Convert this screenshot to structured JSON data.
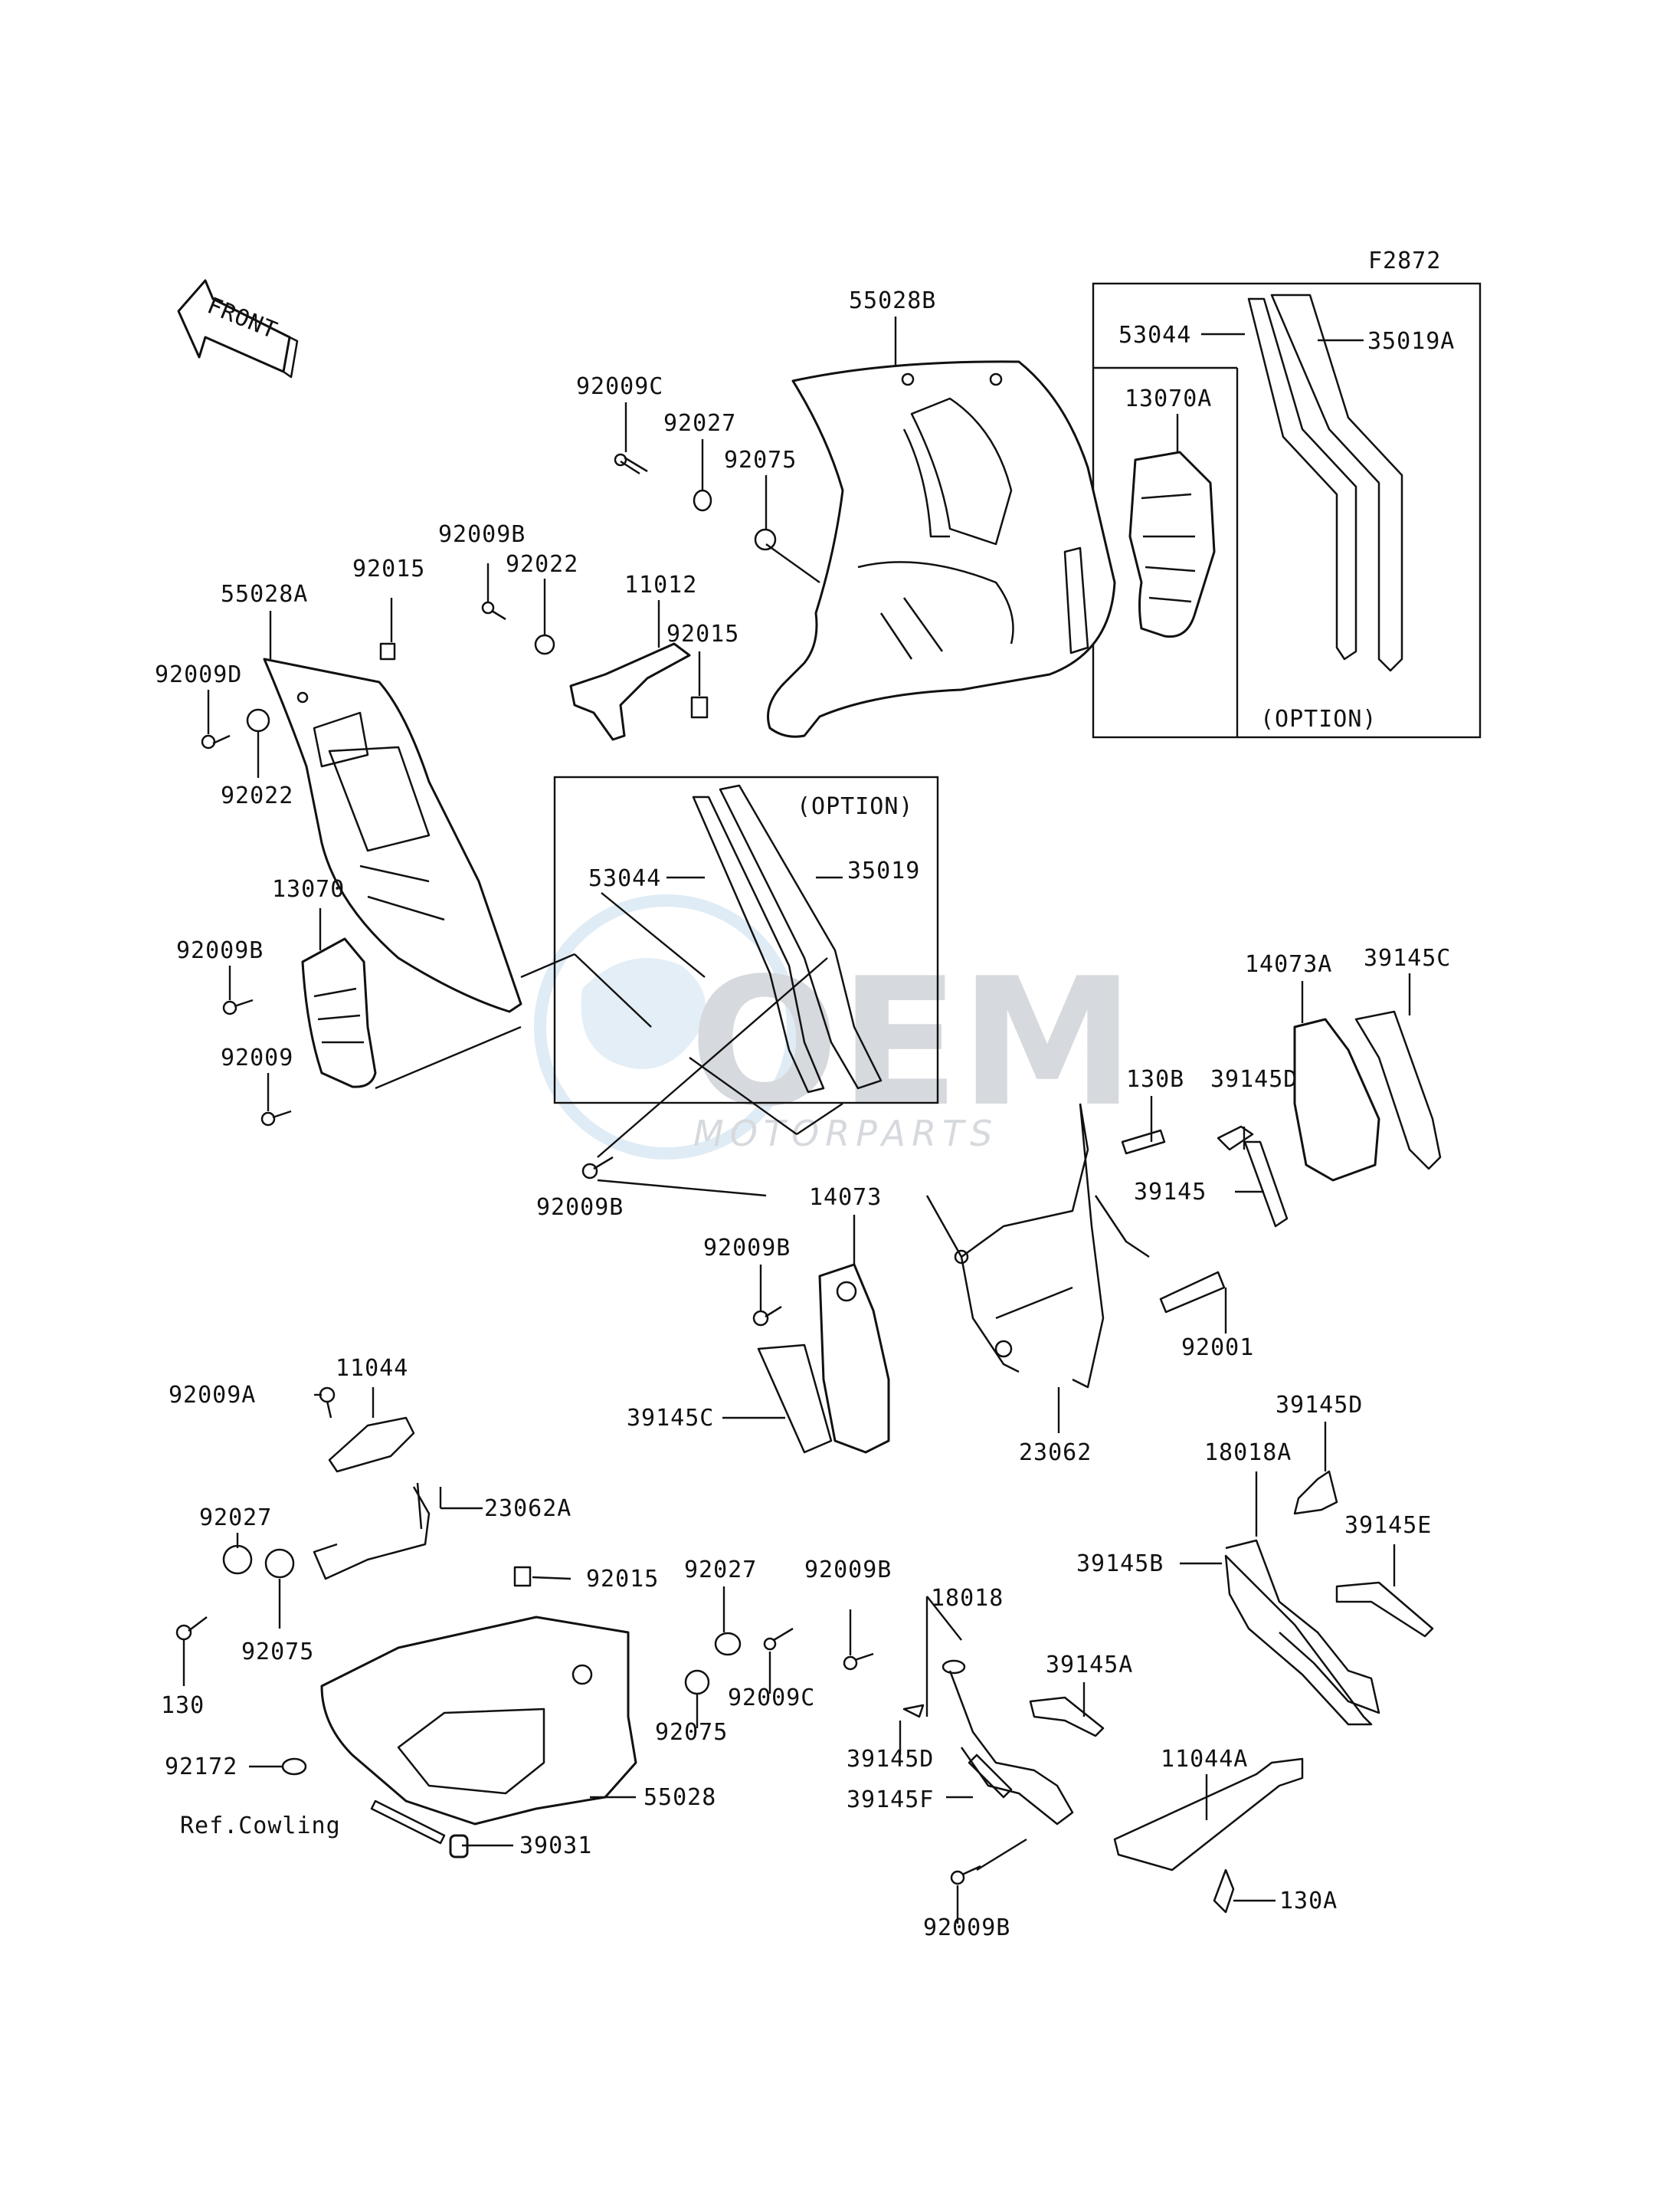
{
  "figure_code": "F2872",
  "direction_arrow": "FRONT",
  "watermark": {
    "brand": "OEM",
    "sub": "MOTORPARTS"
  },
  "option_boxes": [
    "(OPTION)",
    "(OPTION)"
  ],
  "reference_note": "Ref.Cowling",
  "labels": {
    "l_55028B": "55028B",
    "l_53044_top": "53044",
    "l_35019A": "35019A",
    "l_13070A": "13070A",
    "l_92009C_top": "92009C",
    "l_92027_top": "92027",
    "l_92075_top": "92075",
    "l_92009B_a": "92009B",
    "l_92022_a": "92022",
    "l_11012": "11012",
    "l_92015_a": "92015",
    "l_92015_b": "92015",
    "l_55028A": "55028A",
    "l_92009D": "92009D",
    "l_92022_b": "92022",
    "l_53044_mid": "53044",
    "l_35019": "35019",
    "l_13070": "13070",
    "l_92009B_b": "92009B",
    "l_92009": "92009",
    "l_92009B_c": "92009B",
    "l_14073A": "14073A",
    "l_39145C_a": "39145C",
    "l_130B": "130B",
    "l_39145D_a": "39145D",
    "l_39145": "39145",
    "l_14073": "14073",
    "l_92009B_d": "92009B",
    "l_92001": "92001",
    "l_39145C_b": "39145C",
    "l_23062": "23062",
    "l_92009A": "92009A",
    "l_11044": "11044",
    "l_23062A": "23062A",
    "l_92027_b": "92027",
    "l_92015_c": "92015",
    "l_92075_b": "92075",
    "l_130": "130",
    "l_92172": "92172",
    "l_92027_c": "92027",
    "l_92009B_e": "92009B",
    "l_18018": "18018",
    "l_92009C_b": "92009C",
    "l_92075_c": "92075",
    "l_55028": "55028",
    "l_39031": "39031",
    "l_39145D_b": "39145D",
    "l_39145F": "39145F",
    "l_92009B_f": "92009B",
    "l_39145A": "39145A",
    "l_39145D_c": "39145D",
    "l_18018A": "18018A",
    "l_39145E": "39145E",
    "l_39145B": "39145B",
    "l_11044A": "11044A",
    "l_130A": "130A"
  }
}
